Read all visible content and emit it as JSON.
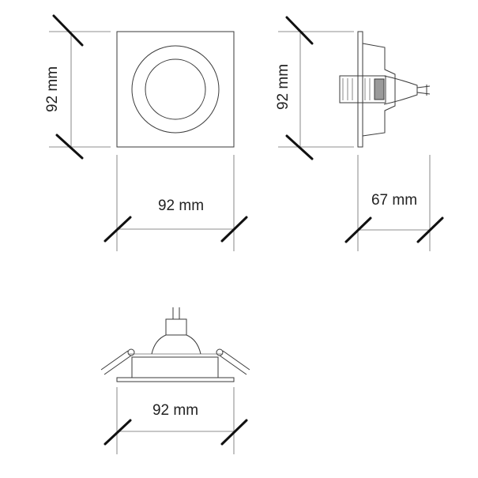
{
  "dimensions": {
    "front_height": "92 mm",
    "front_width": "92 mm",
    "side_height": "92 mm",
    "side_depth": "67 mm",
    "bottom_width": "92 mm"
  },
  "colors": {
    "line": "#3a3a3a",
    "tick": "#111111",
    "text": "#222222",
    "background": "#ffffff"
  }
}
